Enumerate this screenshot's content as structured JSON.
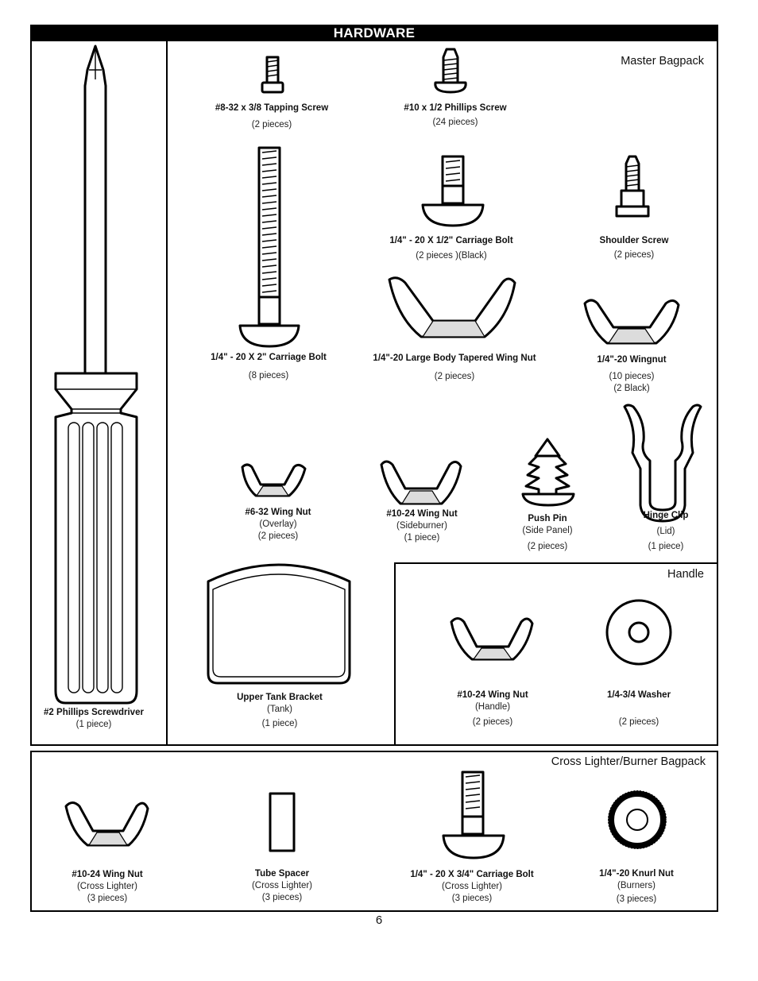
{
  "header": {
    "title": "HARDWARE"
  },
  "sections": {
    "master": "Master Bagpack",
    "handle": "Handle",
    "cross": "Cross Lighter/Burner Bagpack"
  },
  "items": {
    "screwdriver": {
      "name": "#2 Phillips Screwdriver",
      "qty": "(1 piece)"
    },
    "tapping_screw": {
      "name": "#8-32 x 3/8 Tapping Screw",
      "qty": "(2 pieces)"
    },
    "phillips_screw": {
      "name": "#10 x 1/2 Phillips Screw",
      "qty": "(24 pieces)"
    },
    "carriage_bolt_2": {
      "name": "1/4\" - 20 X 2\" Carriage Bolt",
      "qty": "(8 pieces)"
    },
    "carriage_bolt_half": {
      "name": "1/4\" - 20 X 1/2\" Carriage Bolt",
      "qty": "(2 pieces )(Black)"
    },
    "shoulder_screw": {
      "name": "Shoulder Screw",
      "qty": "(2 pieces)"
    },
    "large_wing_nut": {
      "name": "1/4\"-20 Large Body Tapered Wing Nut",
      "qty": "(2 pieces)"
    },
    "wingnut_14_20": {
      "name": "1/4\"-20 Wingnut",
      "qty": "(10 pieces)",
      "qty2": "(2 Black)"
    },
    "wing_nut_6_32": {
      "name": "#6-32 Wing Nut",
      "sub": "(Overlay)",
      "qty": "(2 pieces)"
    },
    "wing_nut_10_24_side": {
      "name": "#10-24 Wing Nut",
      "sub": "(Sideburner)",
      "qty": "(1 piece)"
    },
    "push_pin": {
      "name": "Push Pin",
      "sub": "(Side Panel)",
      "qty": "(2 pieces)"
    },
    "hinge_clip": {
      "name": "Hinge Clip",
      "sub": "(Lid)",
      "qty": "(1 piece)"
    },
    "tank_bracket": {
      "name": "Upper Tank Bracket",
      "sub": "(Tank)",
      "qty": "(1 piece)"
    },
    "handle_wing_nut": {
      "name": "#10-24 Wing Nut",
      "sub": "(Handle)",
      "qty": "(2 pieces)"
    },
    "washer": {
      "name": "1/4-3/4 Washer",
      "qty": "(2 pieces)"
    },
    "cross_wing_nut": {
      "name": "#10-24 Wing Nut",
      "sub": "(Cross Lighter)",
      "qty": "(3 pieces)"
    },
    "tube_spacer": {
      "name": "Tube Spacer",
      "sub": "(Cross Lighter)",
      "qty": "(3 pieces)"
    },
    "carriage_bolt_34": {
      "name": "1/4\" - 20 X 3/4\" Carriage Bolt",
      "sub": "(Cross Lighter)",
      "qty": "(3 pieces)"
    },
    "knurl_nut": {
      "name": "1/4\"-20 Knurl Nut",
      "sub": "(Burners)",
      "qty": "(3 pieces)"
    }
  },
  "page_number": "6"
}
